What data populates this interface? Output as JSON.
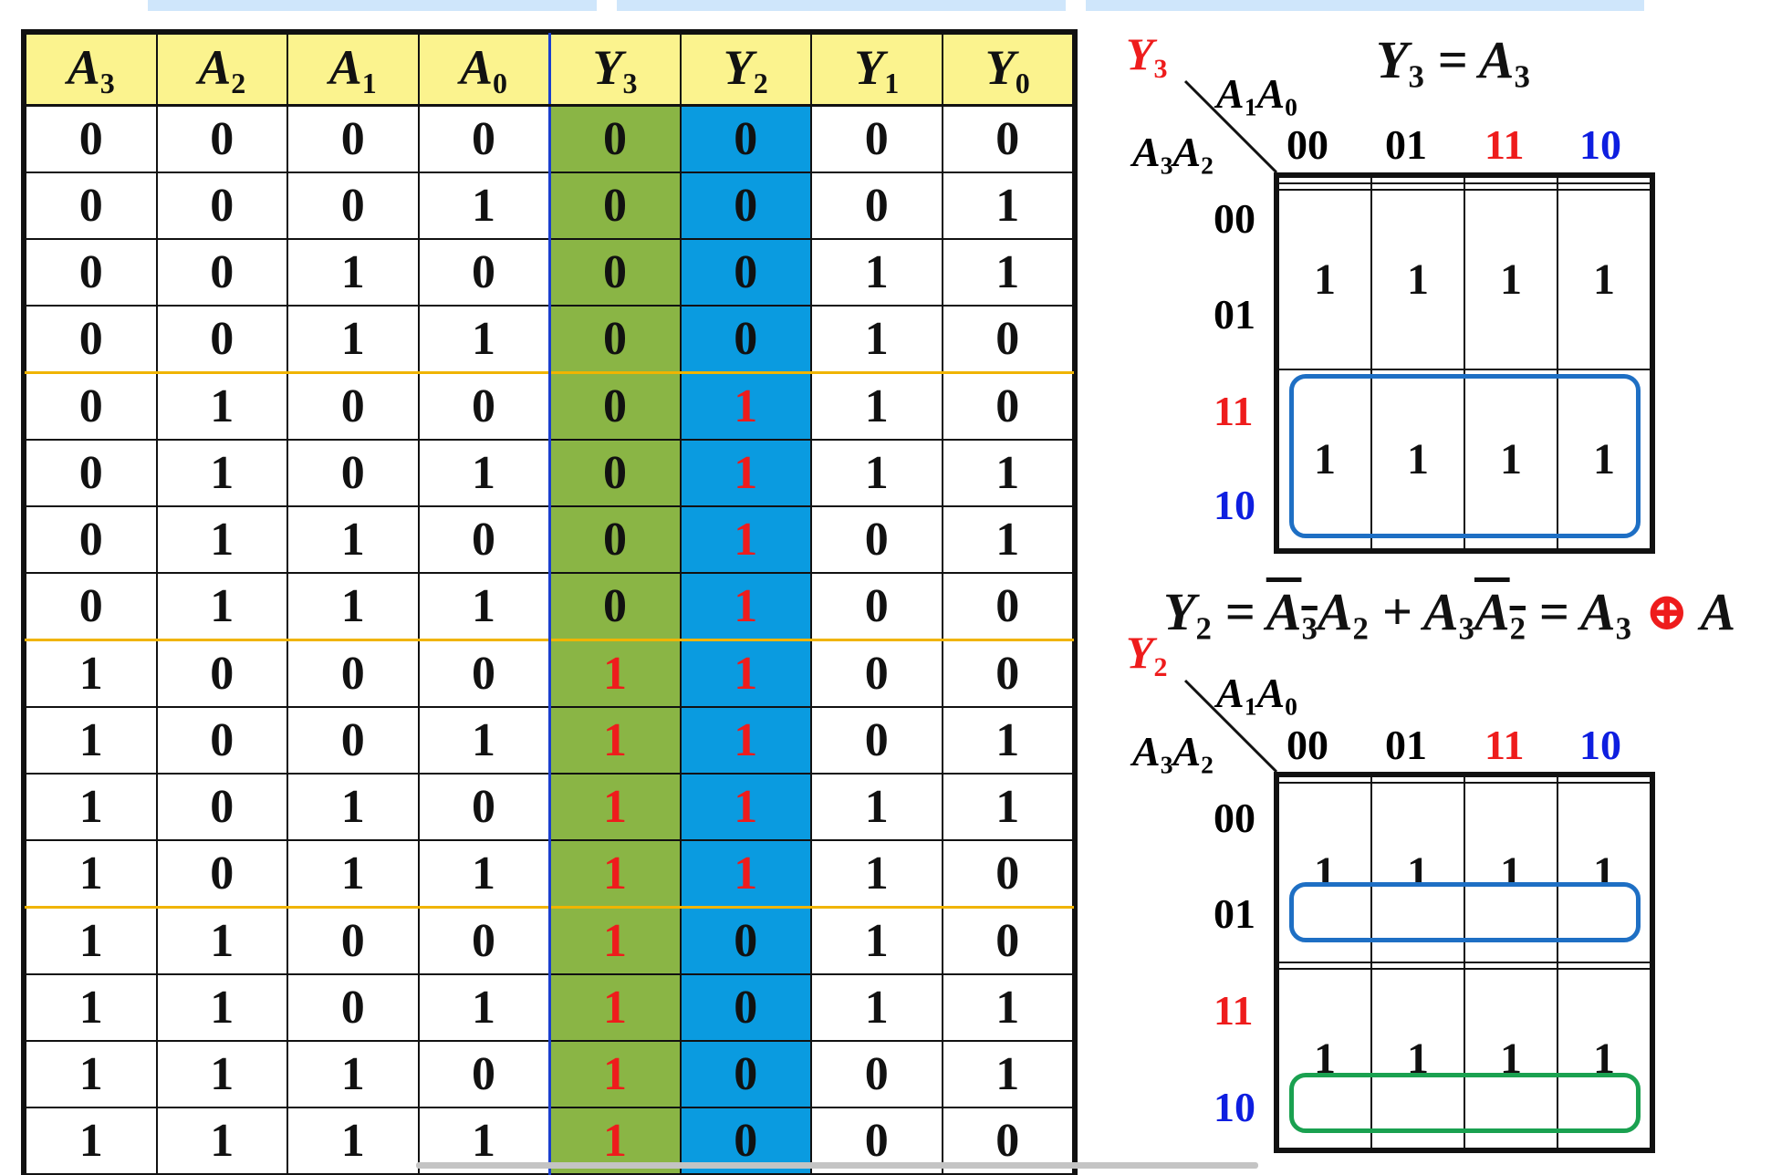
{
  "truth_table": {
    "headers": [
      "A3",
      "A2",
      "A1",
      "A0",
      "Y3",
      "Y2",
      "Y1",
      "Y0"
    ],
    "rows": [
      [
        "0",
        "0",
        "0",
        "0",
        "0",
        "0",
        "0",
        "0"
      ],
      [
        "0",
        "0",
        "0",
        "1",
        "0",
        "0",
        "0",
        "1"
      ],
      [
        "0",
        "0",
        "1",
        "0",
        "0",
        "0",
        "1",
        "1"
      ],
      [
        "0",
        "0",
        "1",
        "1",
        "0",
        "0",
        "1",
        "0"
      ],
      [
        "0",
        "1",
        "0",
        "0",
        "0",
        "1",
        "1",
        "0"
      ],
      [
        "0",
        "1",
        "0",
        "1",
        "0",
        "1",
        "1",
        "1"
      ],
      [
        "0",
        "1",
        "1",
        "0",
        "0",
        "1",
        "0",
        "1"
      ],
      [
        "0",
        "1",
        "1",
        "1",
        "0",
        "1",
        "0",
        "0"
      ],
      [
        "1",
        "0",
        "0",
        "0",
        "1",
        "1",
        "0",
        "0"
      ],
      [
        "1",
        "0",
        "0",
        "1",
        "1",
        "1",
        "0",
        "1"
      ],
      [
        "1",
        "0",
        "1",
        "0",
        "1",
        "1",
        "1",
        "1"
      ],
      [
        "1",
        "0",
        "1",
        "1",
        "1",
        "1",
        "1",
        "0"
      ],
      [
        "1",
        "1",
        "0",
        "0",
        "1",
        "0",
        "1",
        "0"
      ],
      [
        "1",
        "1",
        "0",
        "1",
        "1",
        "0",
        "1",
        "1"
      ],
      [
        "1",
        "1",
        "1",
        "0",
        "1",
        "0",
        "0",
        "1"
      ],
      [
        "1",
        "1",
        "1",
        "1",
        "1",
        "0",
        "0",
        "0"
      ]
    ],
    "colors": {
      "header_bg": "#fbf38e",
      "y3_bg": "#8ab545",
      "y2_bg": "#0a9be0",
      "highlight_one": "#ee1c1c",
      "group_separator": "#f0b400"
    }
  },
  "kmap_y3": {
    "label": "Y3",
    "equation": "Y3 = A3",
    "col_var": "A1A0",
    "row_var": "A3A2",
    "col_headers": [
      "00",
      "01",
      "11",
      "10"
    ],
    "row_headers": [
      "00",
      "01",
      "11",
      "10"
    ],
    "cells": [
      [
        "",
        "",
        "",
        ""
      ],
      [
        "",
        "",
        "",
        ""
      ],
      [
        "1",
        "1",
        "1",
        "1"
      ],
      [
        "1",
        "1",
        "1",
        "1"
      ]
    ],
    "loops": [
      {
        "rows": [
          2,
          3
        ],
        "color": "#1e6fc4"
      }
    ]
  },
  "kmap_y2": {
    "label": "Y2",
    "equation": "Y2 = A3'A2 + A3A2' = A3 ⊕ A",
    "col_var": "A1A0",
    "row_var": "A3A2",
    "col_headers": [
      "00",
      "01",
      "11",
      "10"
    ],
    "row_headers": [
      "00",
      "01",
      "11",
      "10"
    ],
    "cells": [
      [
        "",
        "",
        "",
        ""
      ],
      [
        "1",
        "1",
        "1",
        "1"
      ],
      [
        "",
        "",
        "",
        ""
      ],
      [
        "1",
        "1",
        "1",
        "1"
      ]
    ],
    "loops": [
      {
        "rows": [
          1
        ],
        "color": "#1e6fc4"
      },
      {
        "rows": [
          3
        ],
        "color": "#1aa150"
      }
    ]
  },
  "colors": {
    "gray_code_11": "#ee1c1c",
    "gray_code_10": "#0e1ee0",
    "xor_symbol": "#ee1c1c",
    "label": "#ee1c1c"
  }
}
